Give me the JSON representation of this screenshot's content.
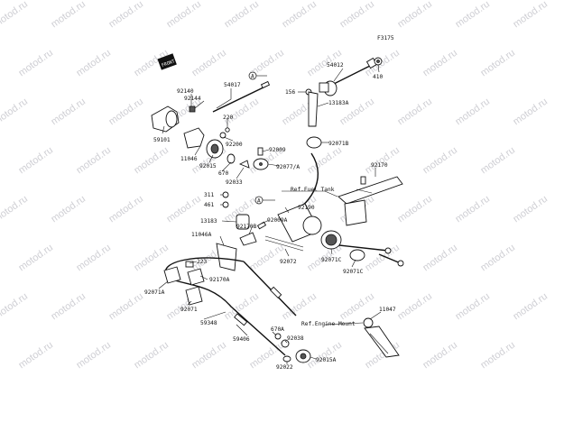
{
  "figure_code": "F3175",
  "front_mark": "FRONT",
  "callouts": {
    "a1": "A",
    "a2": "A"
  },
  "refs": {
    "fuel_tank": "Ref.Fuel Tank",
    "engine_mount": "Ref.Engine Mount"
  },
  "watermark_text": "motod.ru",
  "parts": {
    "p54017": "54017",
    "p92140": "92140",
    "p92144": "92144",
    "p220": "220",
    "p59101": "59101",
    "p92200": "92200",
    "p11046": "11046",
    "p92015": "92015",
    "p670": "670",
    "p92033": "92033",
    "p54012": "54012",
    "p410": "410",
    "p156": "156",
    "p13183A": "13183A",
    "p92071B": "92071B",
    "p92009": "92009",
    "p92077A": "92077/A",
    "p92170": "92170",
    "p311": "311",
    "p461": "461",
    "p13183": "13183",
    "p92009A": "92009A",
    "p92190": "92190",
    "p11046A": "11046A",
    "p92170B": "92170B",
    "p223": "223",
    "p92072": "92072",
    "p92071C1": "92071C",
    "p92071C2": "92071C",
    "p92071A": "92071A",
    "p92170A": "92170A",
    "p92071": "92071",
    "p59348": "59348",
    "p11047": "11047",
    "p59406": "59406",
    "p670A": "670A",
    "p92038": "92038",
    "p92022": "92022",
    "p92015A": "92015A"
  }
}
